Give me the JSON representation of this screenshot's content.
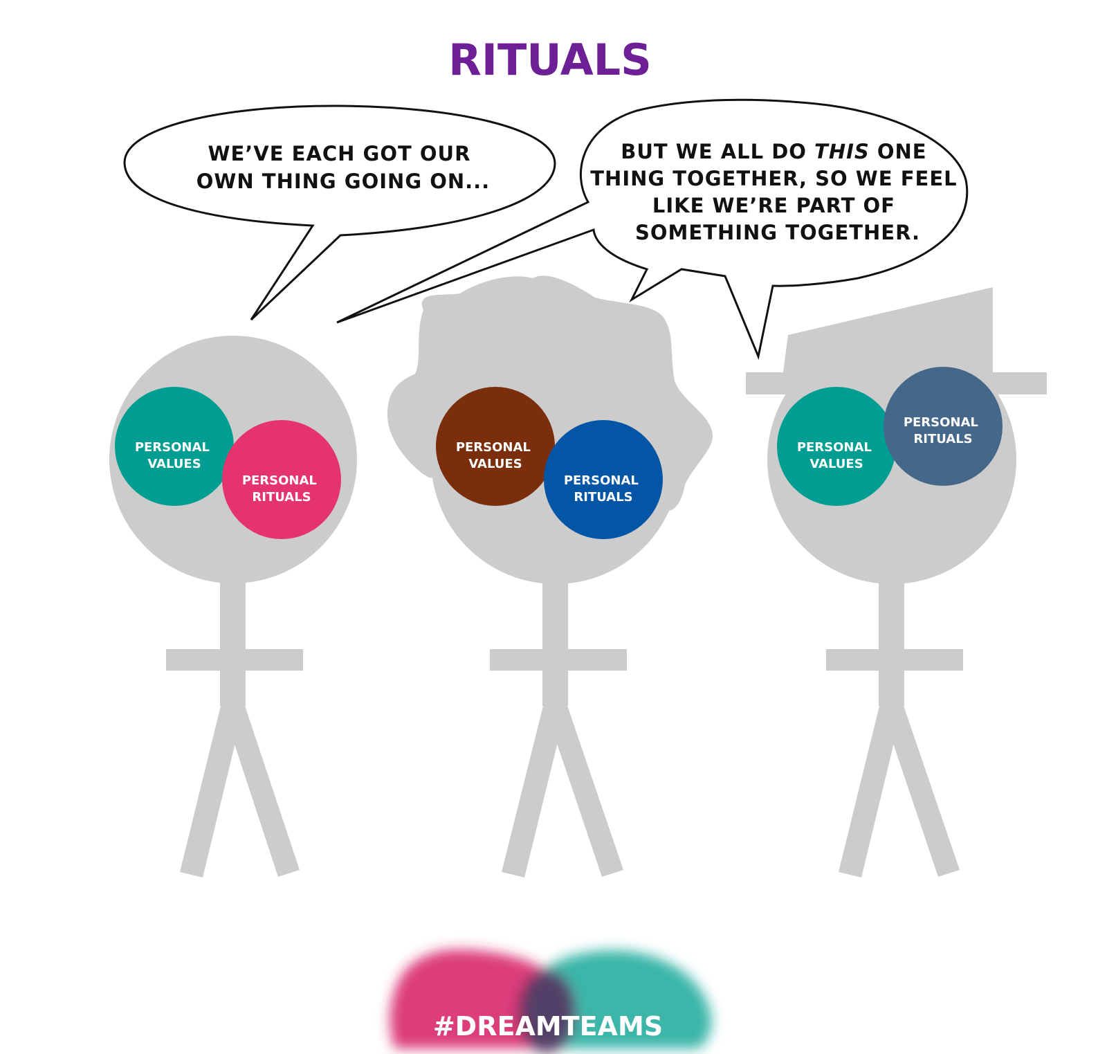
{
  "title": "RITUALS",
  "bubbles": [
    {
      "lines": [
        "WE’VE EACH GOT OUR",
        "OWN THING GOING ON..."
      ]
    },
    {
      "line1_before": "BUT WE ALL DO ",
      "line1_emph": "THIS",
      "line1_after": " ONE",
      "lines": [
        "THING TOGETHER, SO WE FEEL",
        "LIKE WE’RE PART OF",
        "SOMETHING TOGETHER."
      ]
    }
  ],
  "figures": [
    {
      "values": [
        "PERSONAL",
        "VALUES"
      ],
      "rituals": [
        "PERSONAL",
        "RITUALS"
      ],
      "values_color": "#009e92",
      "rituals_color": "#e4336d"
    },
    {
      "values": [
        "PERSONAL",
        "VALUES"
      ],
      "rituals": [
        "PERSONAL",
        "RITUALS"
      ],
      "values_color": "#7a2e0b",
      "rituals_color": "#0355a6"
    },
    {
      "values": [
        "PERSONAL",
        "VALUES"
      ],
      "rituals": [
        "PERSONAL",
        "RITUALS"
      ],
      "values_color": "#009e92",
      "rituals_color": "#44678a"
    }
  ],
  "hashtag": "#DREAMTEAMS",
  "colors": {
    "figure": "#cccccc",
    "title": "#6d1f96",
    "splash_pink": "#d8286b",
    "splash_teal": "#17a99a"
  }
}
